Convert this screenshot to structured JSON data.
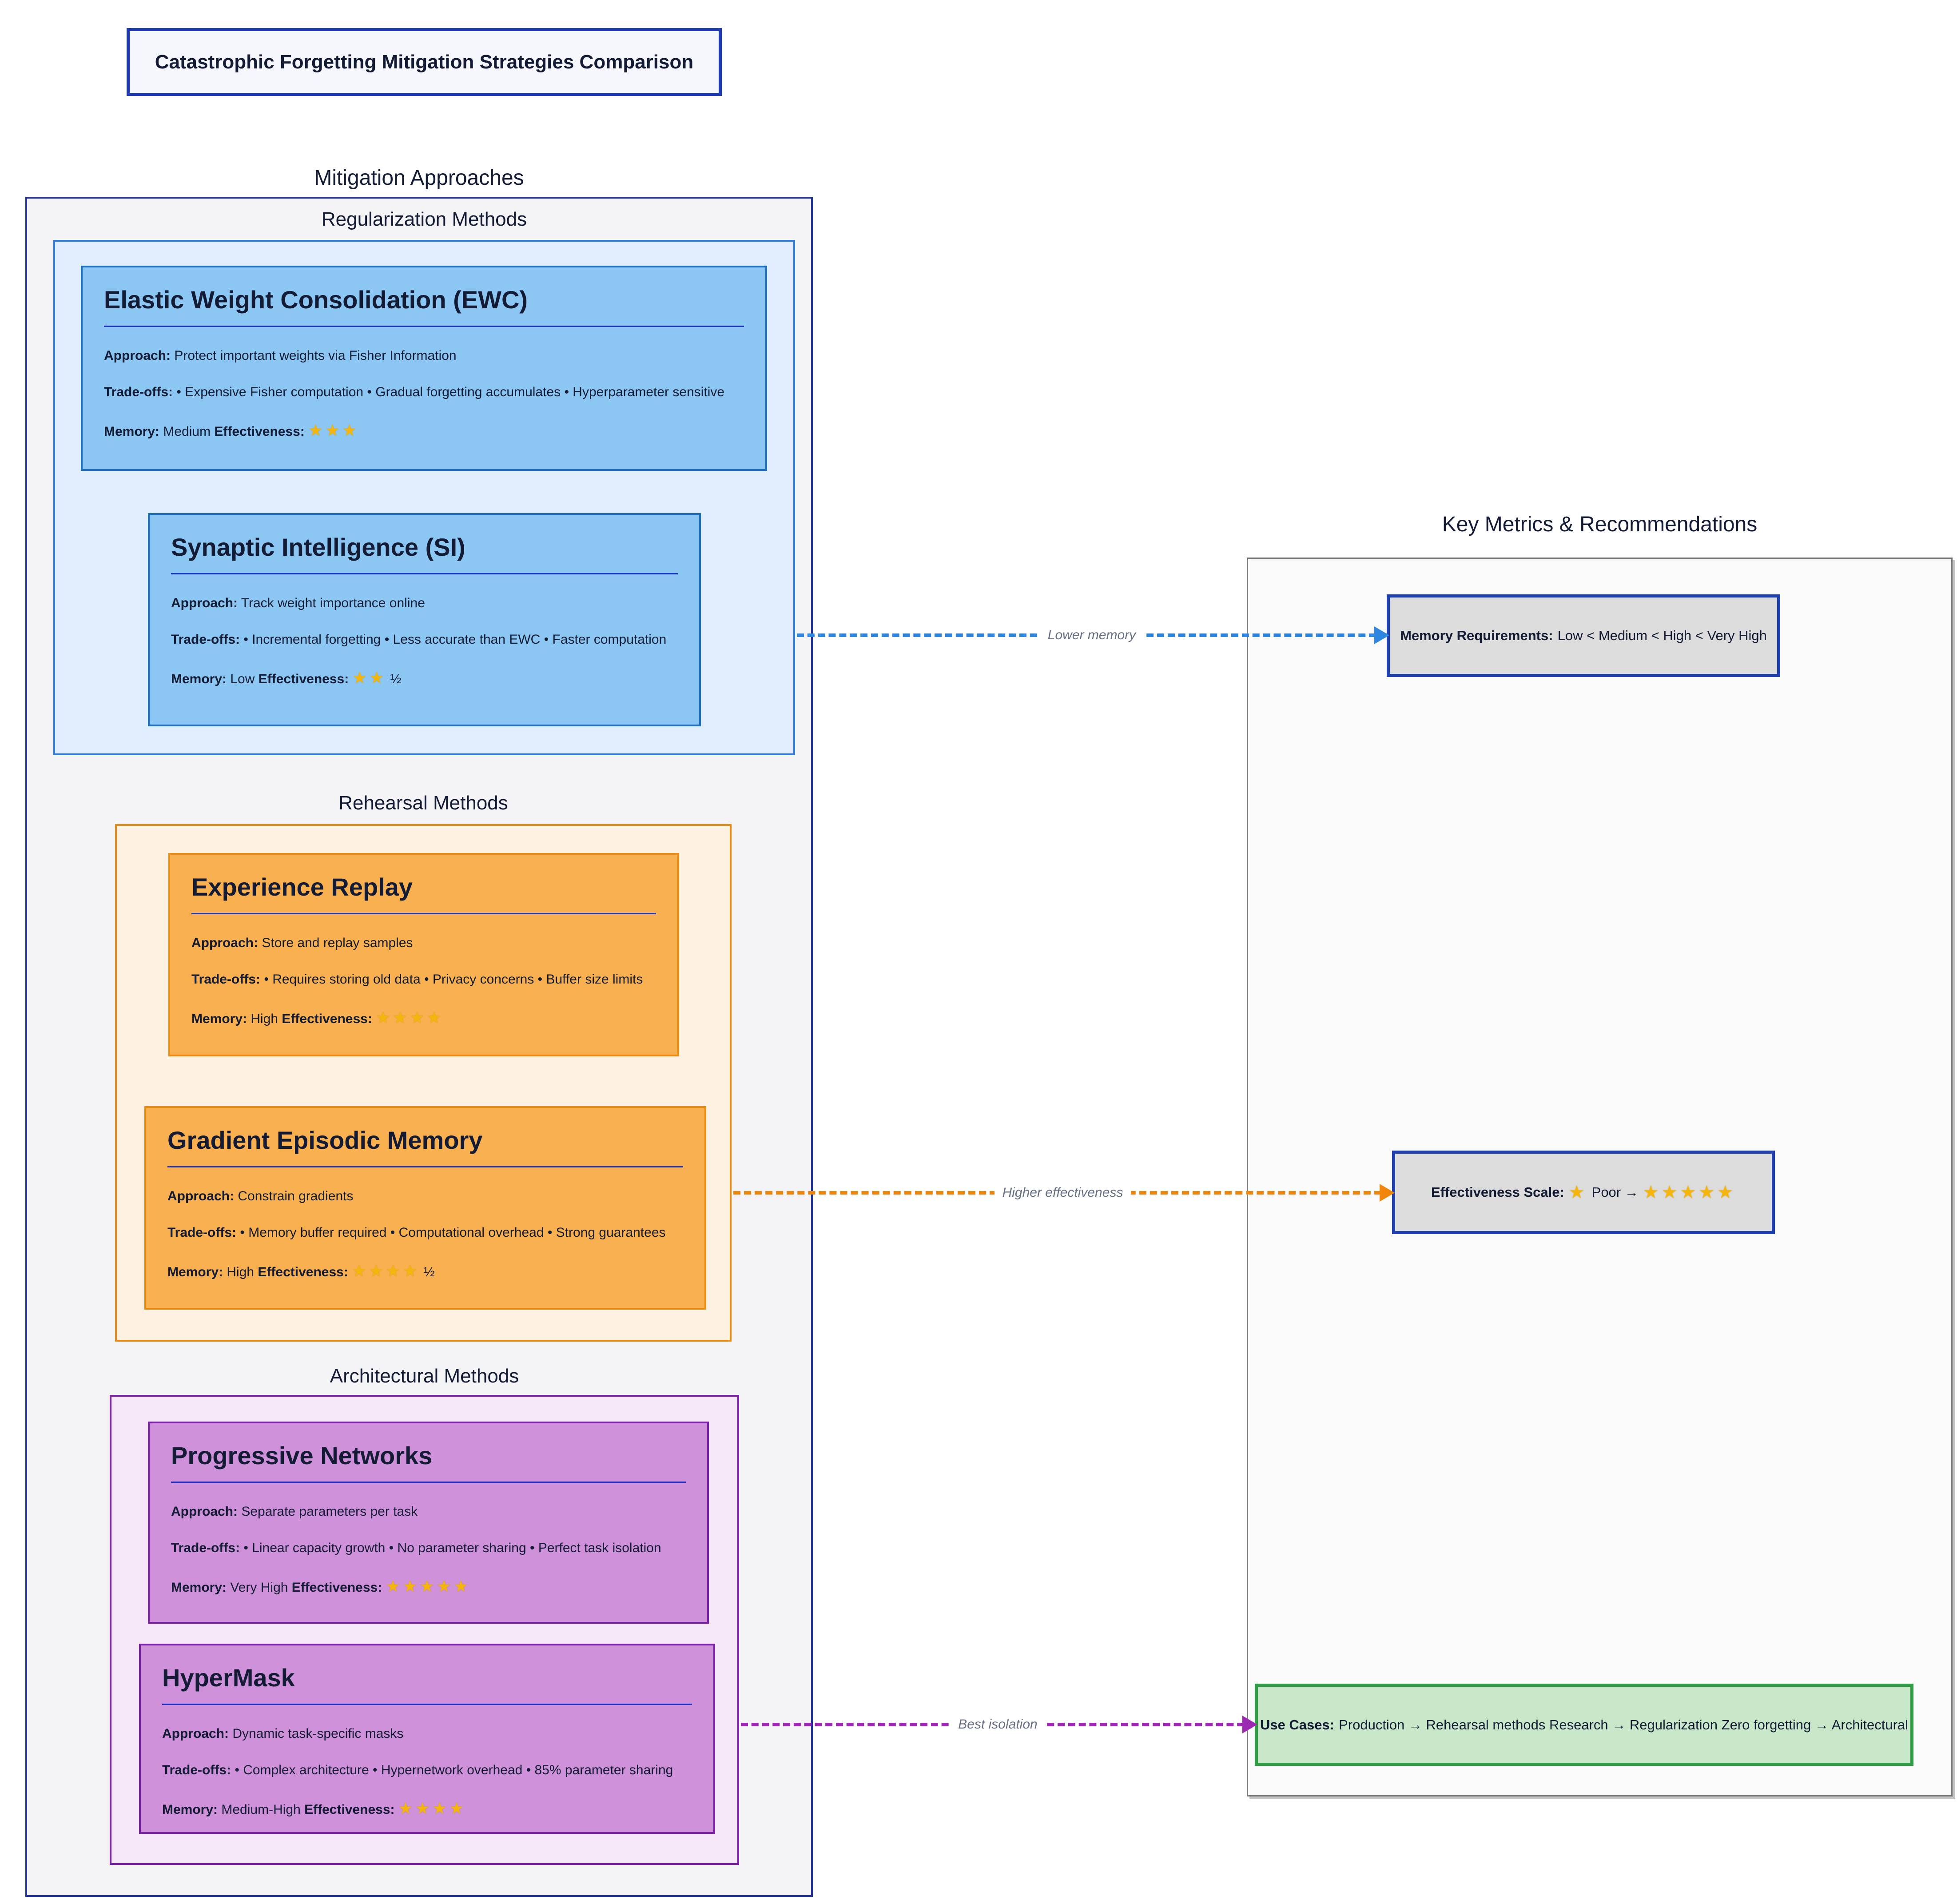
{
  "title_box": "Catastrophic Forgetting Mitigation Strategies Comparison",
  "mitigation": {
    "label": "Mitigation Approaches",
    "sections": [
      {
        "label": "Regularization Methods",
        "cards": [
          {
            "title": "Elastic Weight Consolidation (EWC)",
            "approach_label": "Approach:",
            "approach": "Protect important weights via Fisher Information",
            "tradeoffs_label": "Trade-offs:",
            "tradeoffs": "• Expensive Fisher computation • Gradual forgetting accumulates • Hyperparameter sensitive",
            "memory_label": "Memory:",
            "memory": "Medium",
            "effectiveness_label": "Effectiveness:",
            "stars": "★★★",
            "half": ""
          },
          {
            "title": "Synaptic Intelligence (SI)",
            "approach_label": "Approach:",
            "approach": "Track weight importance online",
            "tradeoffs_label": "Trade-offs:",
            "tradeoffs": "• Incremental forgetting • Less accurate than EWC • Faster computation",
            "memory_label": "Memory:",
            "memory": "Low",
            "effectiveness_label": "Effectiveness:",
            "stars": "★★",
            "half": "½"
          }
        ]
      },
      {
        "label": "Rehearsal Methods",
        "cards": [
          {
            "title": "Experience Replay",
            "approach_label": "Approach:",
            "approach": "Store and replay samples",
            "tradeoffs_label": "Trade-offs:",
            "tradeoffs": "• Requires storing old data • Privacy concerns • Buffer size limits",
            "memory_label": "Memory:",
            "memory": "High",
            "effectiveness_label": "Effectiveness:",
            "stars": "★★★★",
            "half": ""
          },
          {
            "title": "Gradient Episodic Memory",
            "approach_label": "Approach:",
            "approach": "Constrain gradients",
            "tradeoffs_label": "Trade-offs:",
            "tradeoffs": "• Memory buffer required • Computational overhead • Strong guarantees",
            "memory_label": "Memory:",
            "memory": "High",
            "effectiveness_label": "Effectiveness:",
            "stars": "★★★★",
            "half": "½"
          }
        ]
      },
      {
        "label": "Architectural Methods",
        "cards": [
          {
            "title": "Progressive Networks",
            "approach_label": "Approach:",
            "approach": "Separate parameters per task",
            "tradeoffs_label": "Trade-offs:",
            "tradeoffs": "• Linear capacity growth • No parameter sharing • Perfect task isolation",
            "memory_label": "Memory:",
            "memory": "Very High",
            "effectiveness_label": "Effectiveness:",
            "stars": "★★★★★",
            "half": ""
          },
          {
            "title": "HyperMask",
            "approach_label": "Approach:",
            "approach": "Dynamic task-specific masks",
            "tradeoffs_label": "Trade-offs:",
            "tradeoffs": "• Complex architecture • Hypernetwork overhead • 85% parameter sharing",
            "memory_label": "Memory:",
            "memory": "Medium-High",
            "effectiveness_label": "Effectiveness:",
            "stars": "★★★★",
            "half": ""
          }
        ]
      }
    ]
  },
  "metrics": {
    "label": "Key Metrics & Recommendations",
    "memory_box": {
      "label": "Memory Requirements:",
      "text": "Low < Medium < High < Very High"
    },
    "effectiveness_box": {
      "label": "Effectiveness Scale:",
      "star": "★",
      "text": "Poor →",
      "stars": "★★★★★"
    },
    "usecases_box": {
      "label": "Use Cases:",
      "text": "Production → Rehearsal methods Research → Regularization Zero forgetting → Architectural"
    }
  },
  "edges": [
    {
      "label": "Lower memory"
    },
    {
      "label": "Higher effectiveness"
    },
    {
      "label": "Best isolation"
    }
  ],
  "colors": {
    "regularization_accent": "#2e7cd6",
    "rehearsal_accent": "#ea8a10",
    "architectural_accent": "#7d21a8",
    "metrics_box_border": "#1e40af",
    "usecases_border": "#2f9e44",
    "edge_blue": "#2e86de",
    "edge_orange": "#f0860b",
    "edge_purple": "#9c27b0",
    "star_gold": "#f5b50a"
  }
}
